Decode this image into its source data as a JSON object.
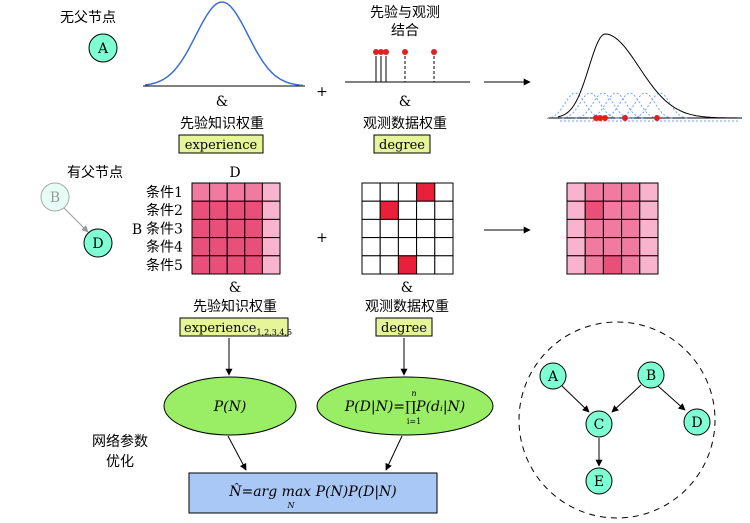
{
  "top": {
    "no_parent_label": "无父节点",
    "node_a": "A",
    "combine_label_1": "先验与观测",
    "combine_label_2": "结合",
    "plus": "+",
    "amp": "&",
    "prior_weight": "先验知识权重",
    "obs_weight": "观测数据权重",
    "experience": "experience",
    "degree": "degree"
  },
  "middle": {
    "has_parent_label": "有父节点",
    "node_b": "B",
    "node_d": "D",
    "matrix_title": "D",
    "row_axis": "B",
    "conditions": [
      "条件1",
      "条件2",
      "条件3",
      "条件4",
      "条件5"
    ],
    "plus": "+",
    "amp": "&",
    "prior_weight": "先验知识权重",
    "obs_weight": "观测数据权重",
    "experience": "experience",
    "experience_sub": "1,2,3,4,5",
    "degree": "degree"
  },
  "bottom": {
    "opt_label_1": "网络参数",
    "opt_label_2": "优化",
    "prior_ellipse": "P(N)",
    "likelihood_ellipse": "P(D|N)=∏P(dᵢ|N)",
    "likelihood_sup": "n",
    "likelihood_sub": "i=1",
    "argmax_formula": "N̂=arg max P(N)P(D|N)",
    "argmax_sub": "N"
  },
  "network": {
    "nodes": [
      "A",
      "B",
      "C",
      "D",
      "E"
    ]
  },
  "colors": {
    "node_fill": "#7fffd4",
    "label_box": "#e6f59a",
    "ellipse_fill": "#99ee66",
    "formula_box": "#a9c8f5",
    "curve": "#3c6fd4",
    "obs_point": "#e02020",
    "cell_red": "#e8203a",
    "cell_dark": "#e8507a",
    "cell_mid": "#f07aa0",
    "cell_light": "#f8b4cc"
  }
}
